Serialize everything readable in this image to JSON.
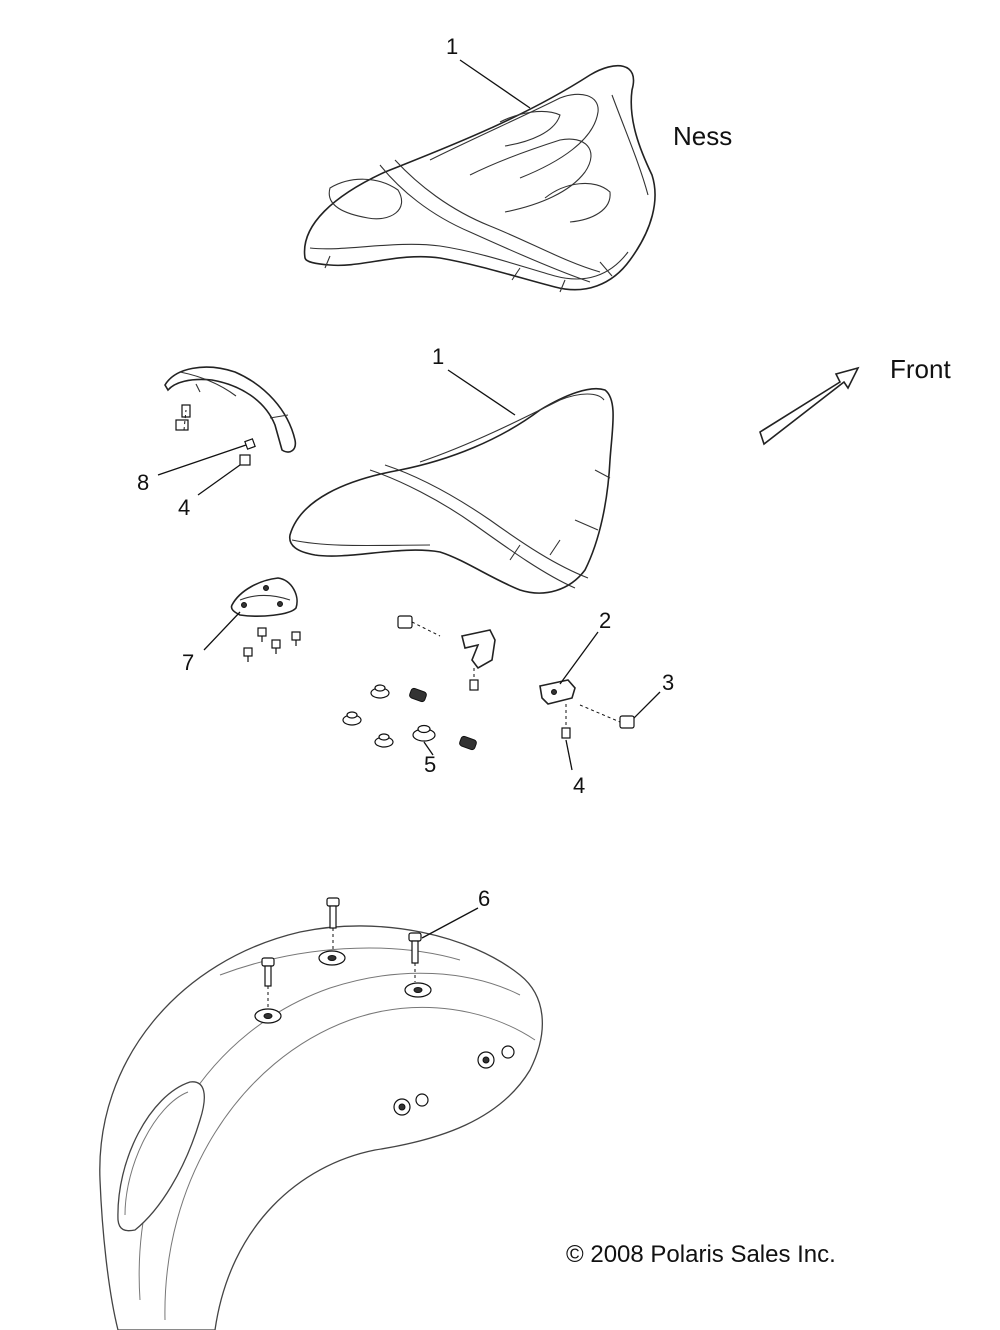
{
  "labels": {
    "ness": "Ness",
    "front": "Front",
    "copyright": "© 2008 Polaris Sales Inc."
  },
  "callouts": {
    "c1_top": "1",
    "c1_mid": "1",
    "c2": "2",
    "c3": "3",
    "c4_left": "4",
    "c4_right": "4",
    "c5": "5",
    "c6": "6",
    "c7": "7",
    "c8": "8"
  },
  "icons": [
    "front-direction-arrow"
  ]
}
